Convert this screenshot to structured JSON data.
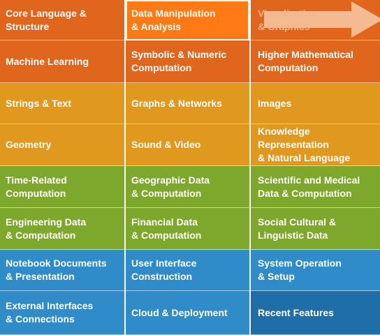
{
  "colors": {
    "orange": "#e0661e",
    "amber": "#e0981e",
    "green": "#7ea82c",
    "blue": "#2f8cc8",
    "selected": "#ff7a14",
    "recent": "#1f6ea8"
  },
  "rows": [
    [
      "Core Language &\nStructure",
      "Data Manipulation\n& Analysis",
      "Visualization\n& Graphics"
    ],
    [
      "Machine Learning",
      "Symbolic & Numeric\nComputation",
      "Higher Mathematical\nComputation"
    ],
    [
      "Strings & Text",
      "Graphs & Networks",
      "Images"
    ],
    [
      "Geometry",
      "Sound & Video",
      "Knowledge Representation\n& Natural Language"
    ],
    [
      "Time-Related\nComputation",
      "Geographic Data\n& Computation",
      "Scientific and Medical\nData & Computation"
    ],
    [
      "Engineering Data\n& Computation",
      "Financial Data\n& Computation",
      "Social Cultural &\nLinguistic Data"
    ],
    [
      "Notebook Documents\n& Presentation",
      "User Interface\nConstruction",
      "System Operation\n& Setup"
    ],
    [
      "External Interfaces\n& Connections",
      "Cloud & Deployment",
      "Recent Features"
    ]
  ],
  "selected_item": "Data Manipulation\n& Analysis",
  "arrow_icon": "right-arrow-icon"
}
